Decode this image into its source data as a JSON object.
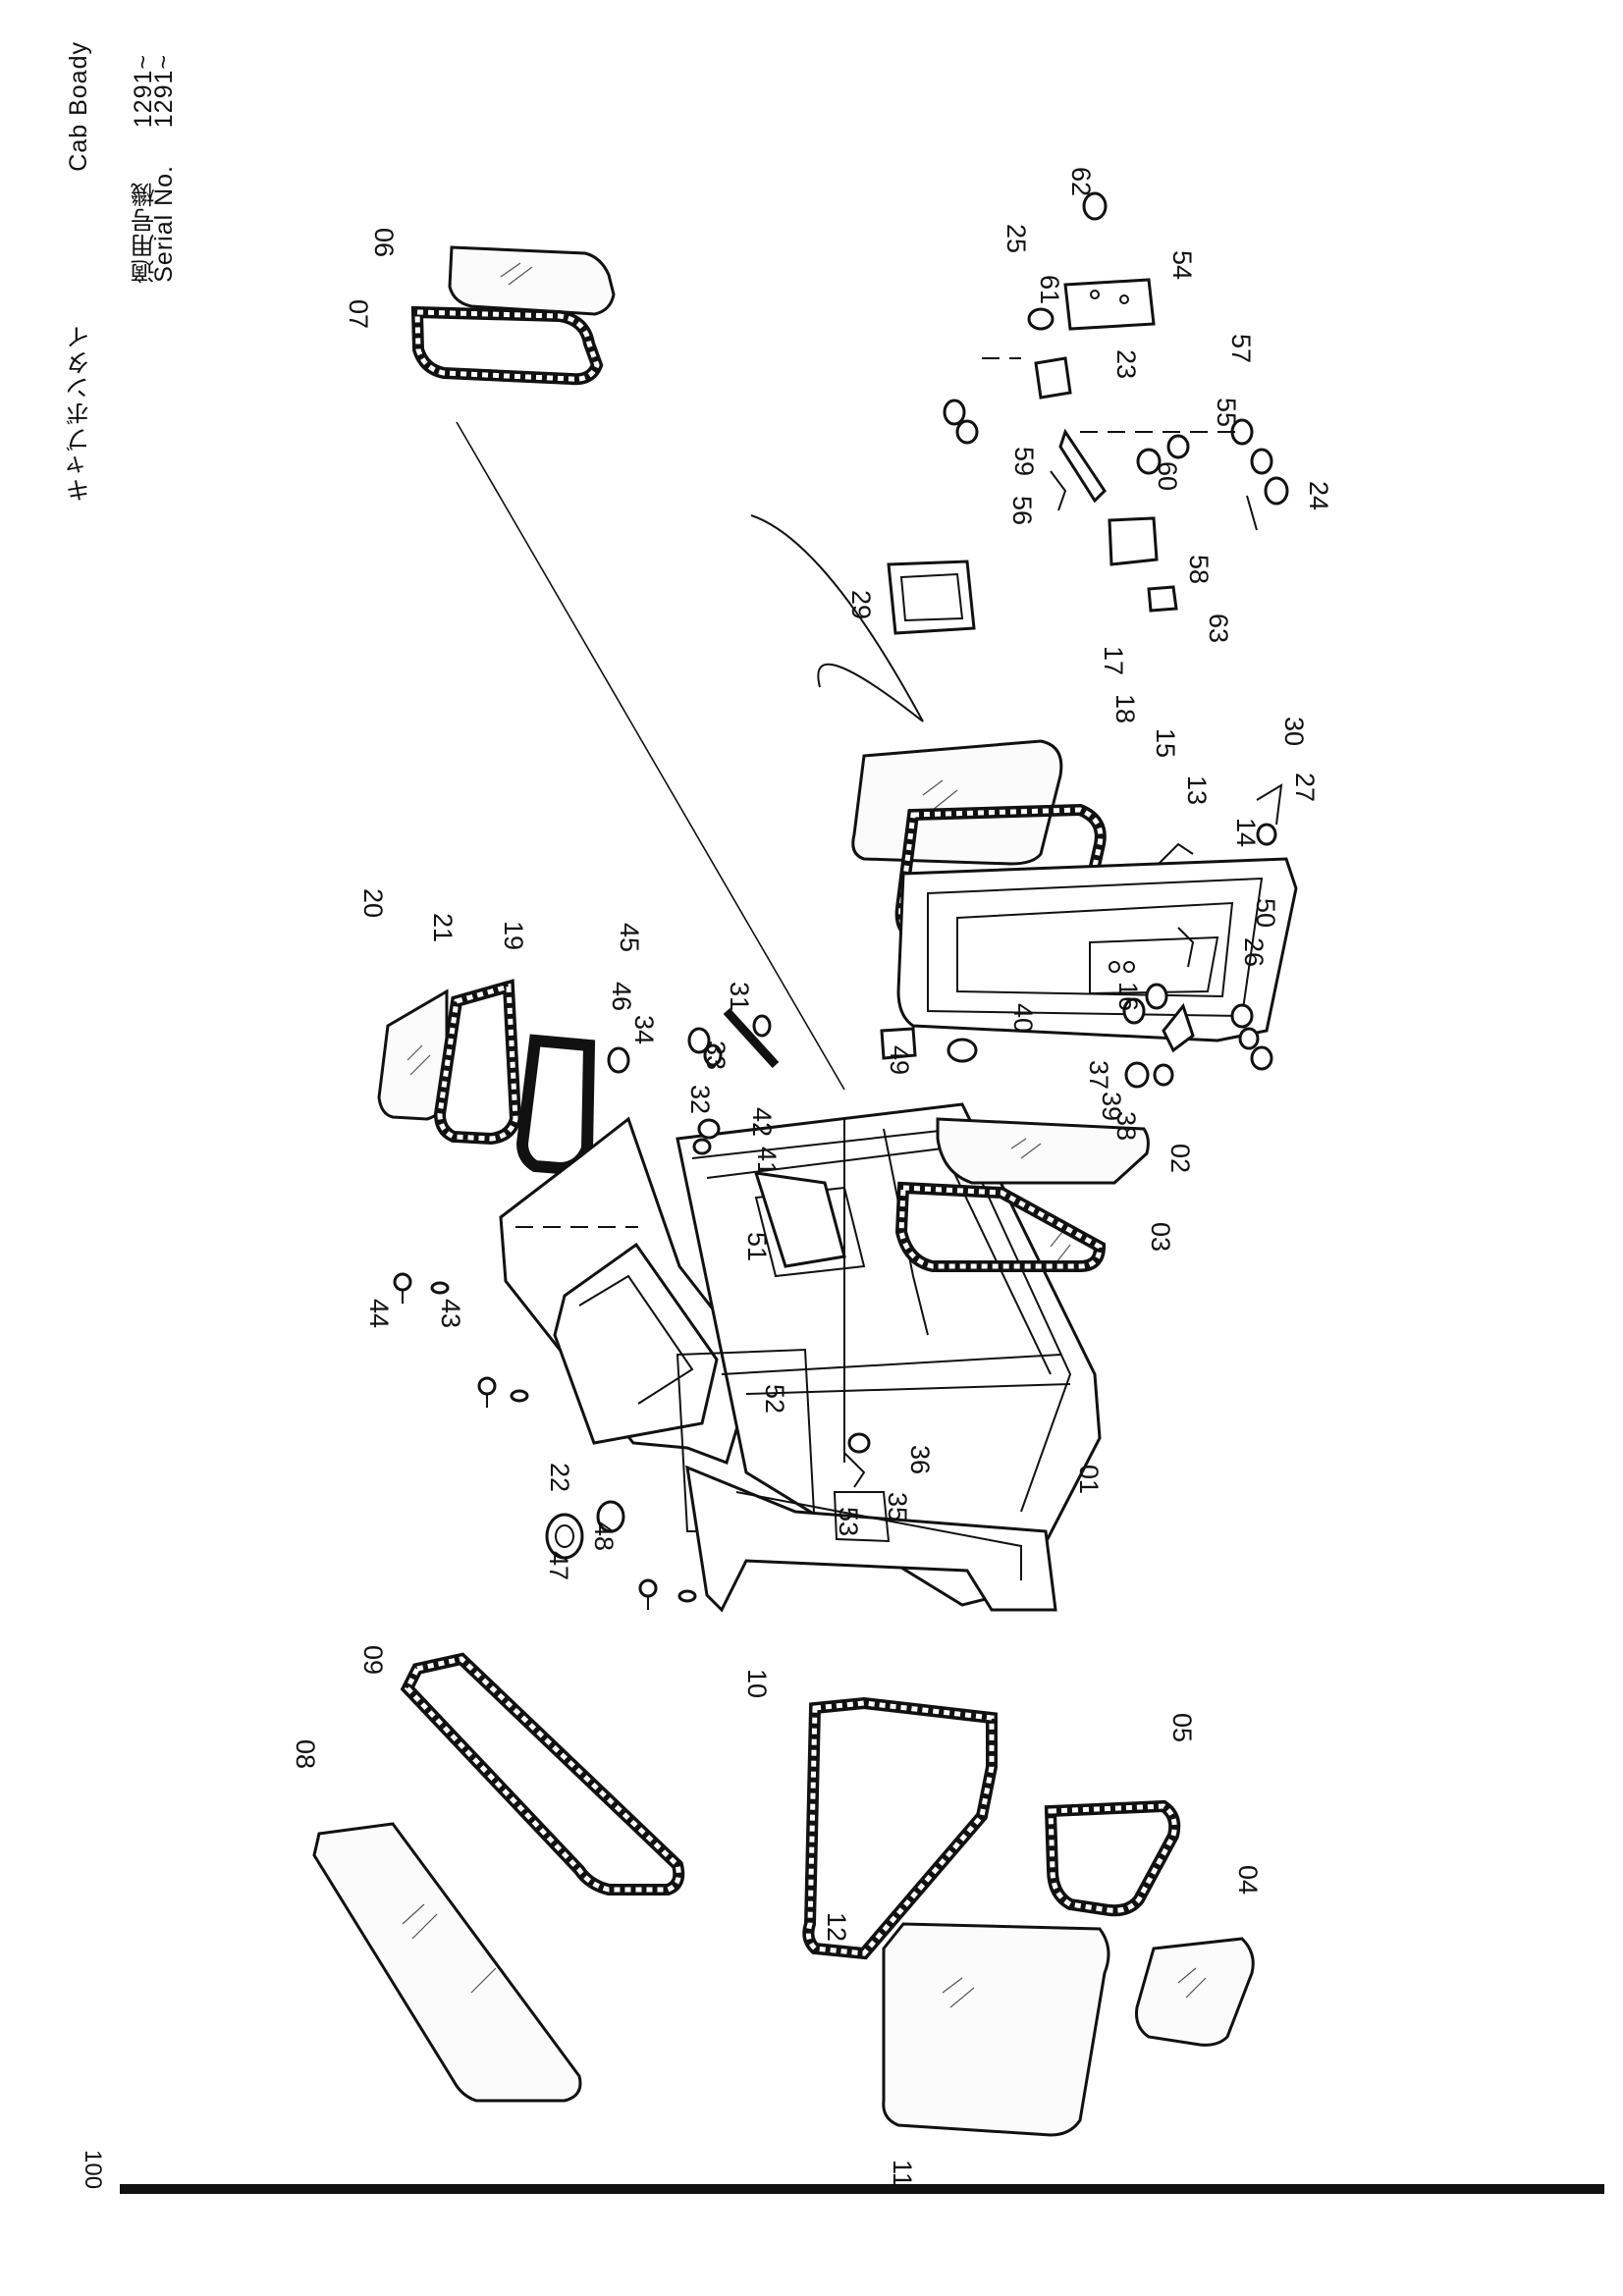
{
  "header": {
    "title_jp": "キャブボンタイ",
    "title_en": "Cab Boady",
    "serial_label_jp": "適用号機",
    "serial_label_en": "Serial No.",
    "serial_from_1": "1291~",
    "serial_from_2": "1291~"
  },
  "page_number": "100",
  "part_numbers": [
    "01",
    "02",
    "03",
    "04",
    "05",
    "06",
    "07",
    "08",
    "09",
    "10",
    "11",
    "12",
    "13",
    "14",
    "15",
    "16",
    "17",
    "18",
    "19",
    "20",
    "21",
    "22",
    "23",
    "24",
    "25",
    "26",
    "27",
    "29",
    "30",
    "31",
    "32",
    "33",
    "34",
    "35",
    "36",
    "37",
    "38",
    "39",
    "40",
    "41",
    "42",
    "43",
    "44",
    "45",
    "46",
    "47",
    "48",
    "49",
    "50",
    "51",
    "52",
    "53",
    "54",
    "55",
    "56",
    "57",
    "58",
    "59",
    "60",
    "61",
    "62",
    "63"
  ]
}
